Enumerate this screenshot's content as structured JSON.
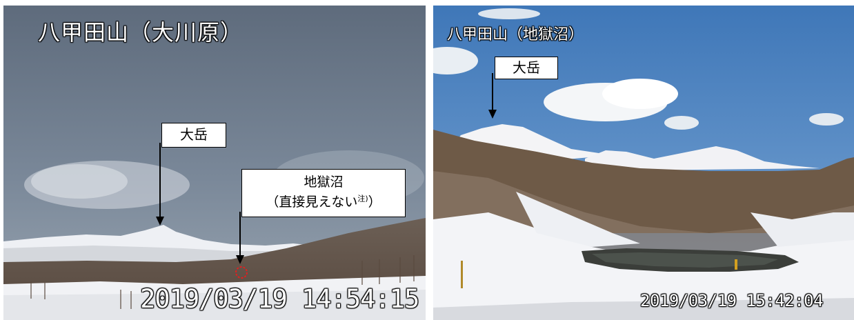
{
  "left_panel": {
    "title": "八甲田山（大川原）",
    "timestamp": "2019/03/19 14:54:15",
    "label_otake": "大岳",
    "label_jigokunuma_line1": "地獄沼",
    "label_jigokunuma_paren_open": "（直接見えない",
    "label_jigokunuma_note": "注)",
    "label_jigokunuma_paren_close": "）"
  },
  "right_panel": {
    "title": "八甲田山（地獄沼）",
    "timestamp": "2019/03/19 15:42:04",
    "label_otake": "大岳"
  },
  "colors": {
    "sky_left": "#6f7f93",
    "sky_right": "#4f86c4",
    "snow": "#f2f3f7",
    "forest": "#6f5a4a",
    "marker_red": "#e02020"
  }
}
